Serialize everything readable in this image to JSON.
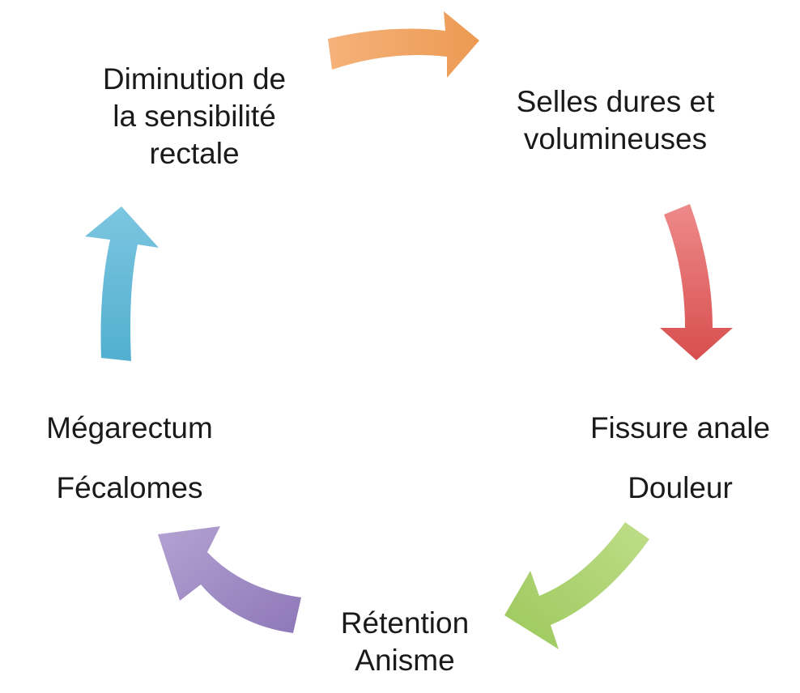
{
  "title": "Cycle de la constipation",
  "nodes": [
    {
      "id": "diminution",
      "lines": [
        "Diminution de",
        "la sensibilité",
        "rectale"
      ]
    },
    {
      "id": "selles",
      "lines": [
        "Selles dures et",
        "volumineuses"
      ]
    },
    {
      "id": "fissure",
      "lines": [
        "Fissure anale",
        "Douleur"
      ]
    },
    {
      "id": "retention",
      "lines": [
        "Rétention",
        "Anisme"
      ]
    },
    {
      "id": "megarectum",
      "lines": [
        "Mégarectum",
        "Fécalomes"
      ]
    }
  ],
  "arrow_colors": {
    "orange": "#F0A462",
    "red": "#E05C5C",
    "green": "#A9CF6A",
    "purple": "#9B86C2",
    "blue": "#5DB7D6"
  }
}
